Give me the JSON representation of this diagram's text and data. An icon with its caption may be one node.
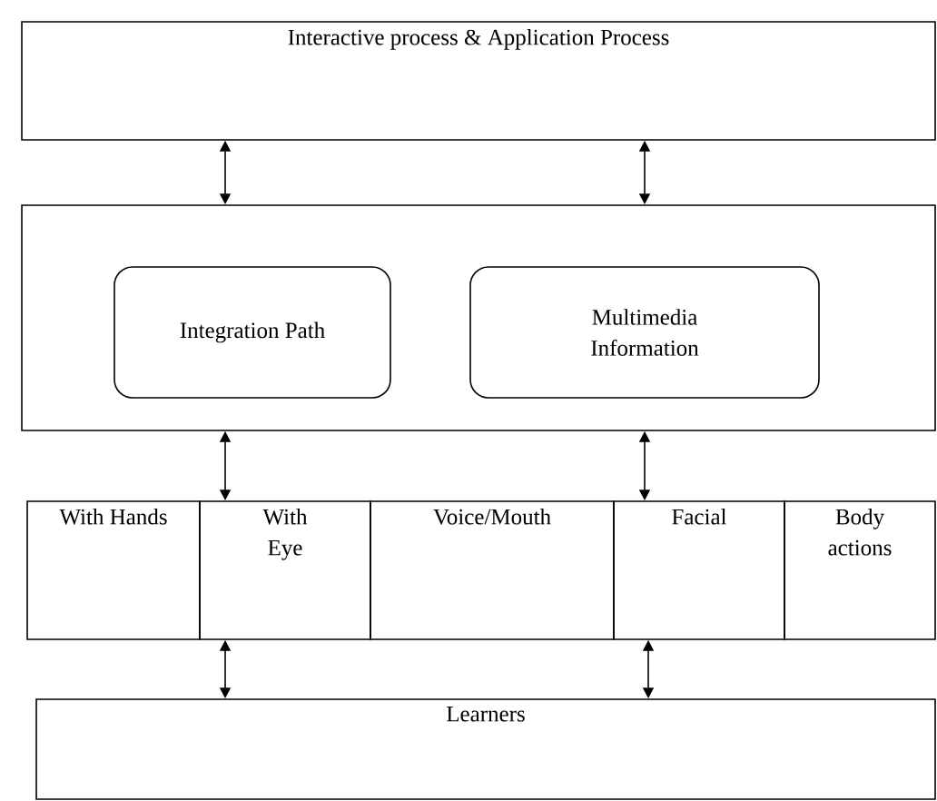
{
  "diagram": {
    "nodes": [
      {
        "text": [
          "Interactive process & Application Process"
        ]
      },
      {
        "text": [],
        "shape": "box"
      },
      {
        "text": [
          "Integration Path"
        ],
        "in": 1
      },
      {
        "text": [
          "Multimedia Information"
        ],
        "in": 1
      },
      {
        "text": [
          "With Hands"
        ]
      },
      {
        "text": [
          "With Eye"
        ]
      },
      {
        "text": [
          "Voice/Mouth"
        ]
      },
      {
        "text": [
          "Facial"
        ]
      },
      {
        "text": [
          "Body actions"
        ]
      },
      {
        "text": [
          "Learners"
        ]
      }
    ],
    "edges": [
      {
        "from": 0,
        "to": 1,
        "arrow": "both"
      },
      {
        "from": 0,
        "to": 1,
        "arrow": "both"
      },
      {
        "from": 1,
        "to": 5,
        "arrow": "both"
      },
      {
        "from": 1,
        "to": 7,
        "arrow": "both"
      },
      {
        "from": 5,
        "to": 9,
        "arrow": "both"
      },
      {
        "from": 7,
        "to": 9,
        "arrow": "both"
      }
    ]
  }
}
